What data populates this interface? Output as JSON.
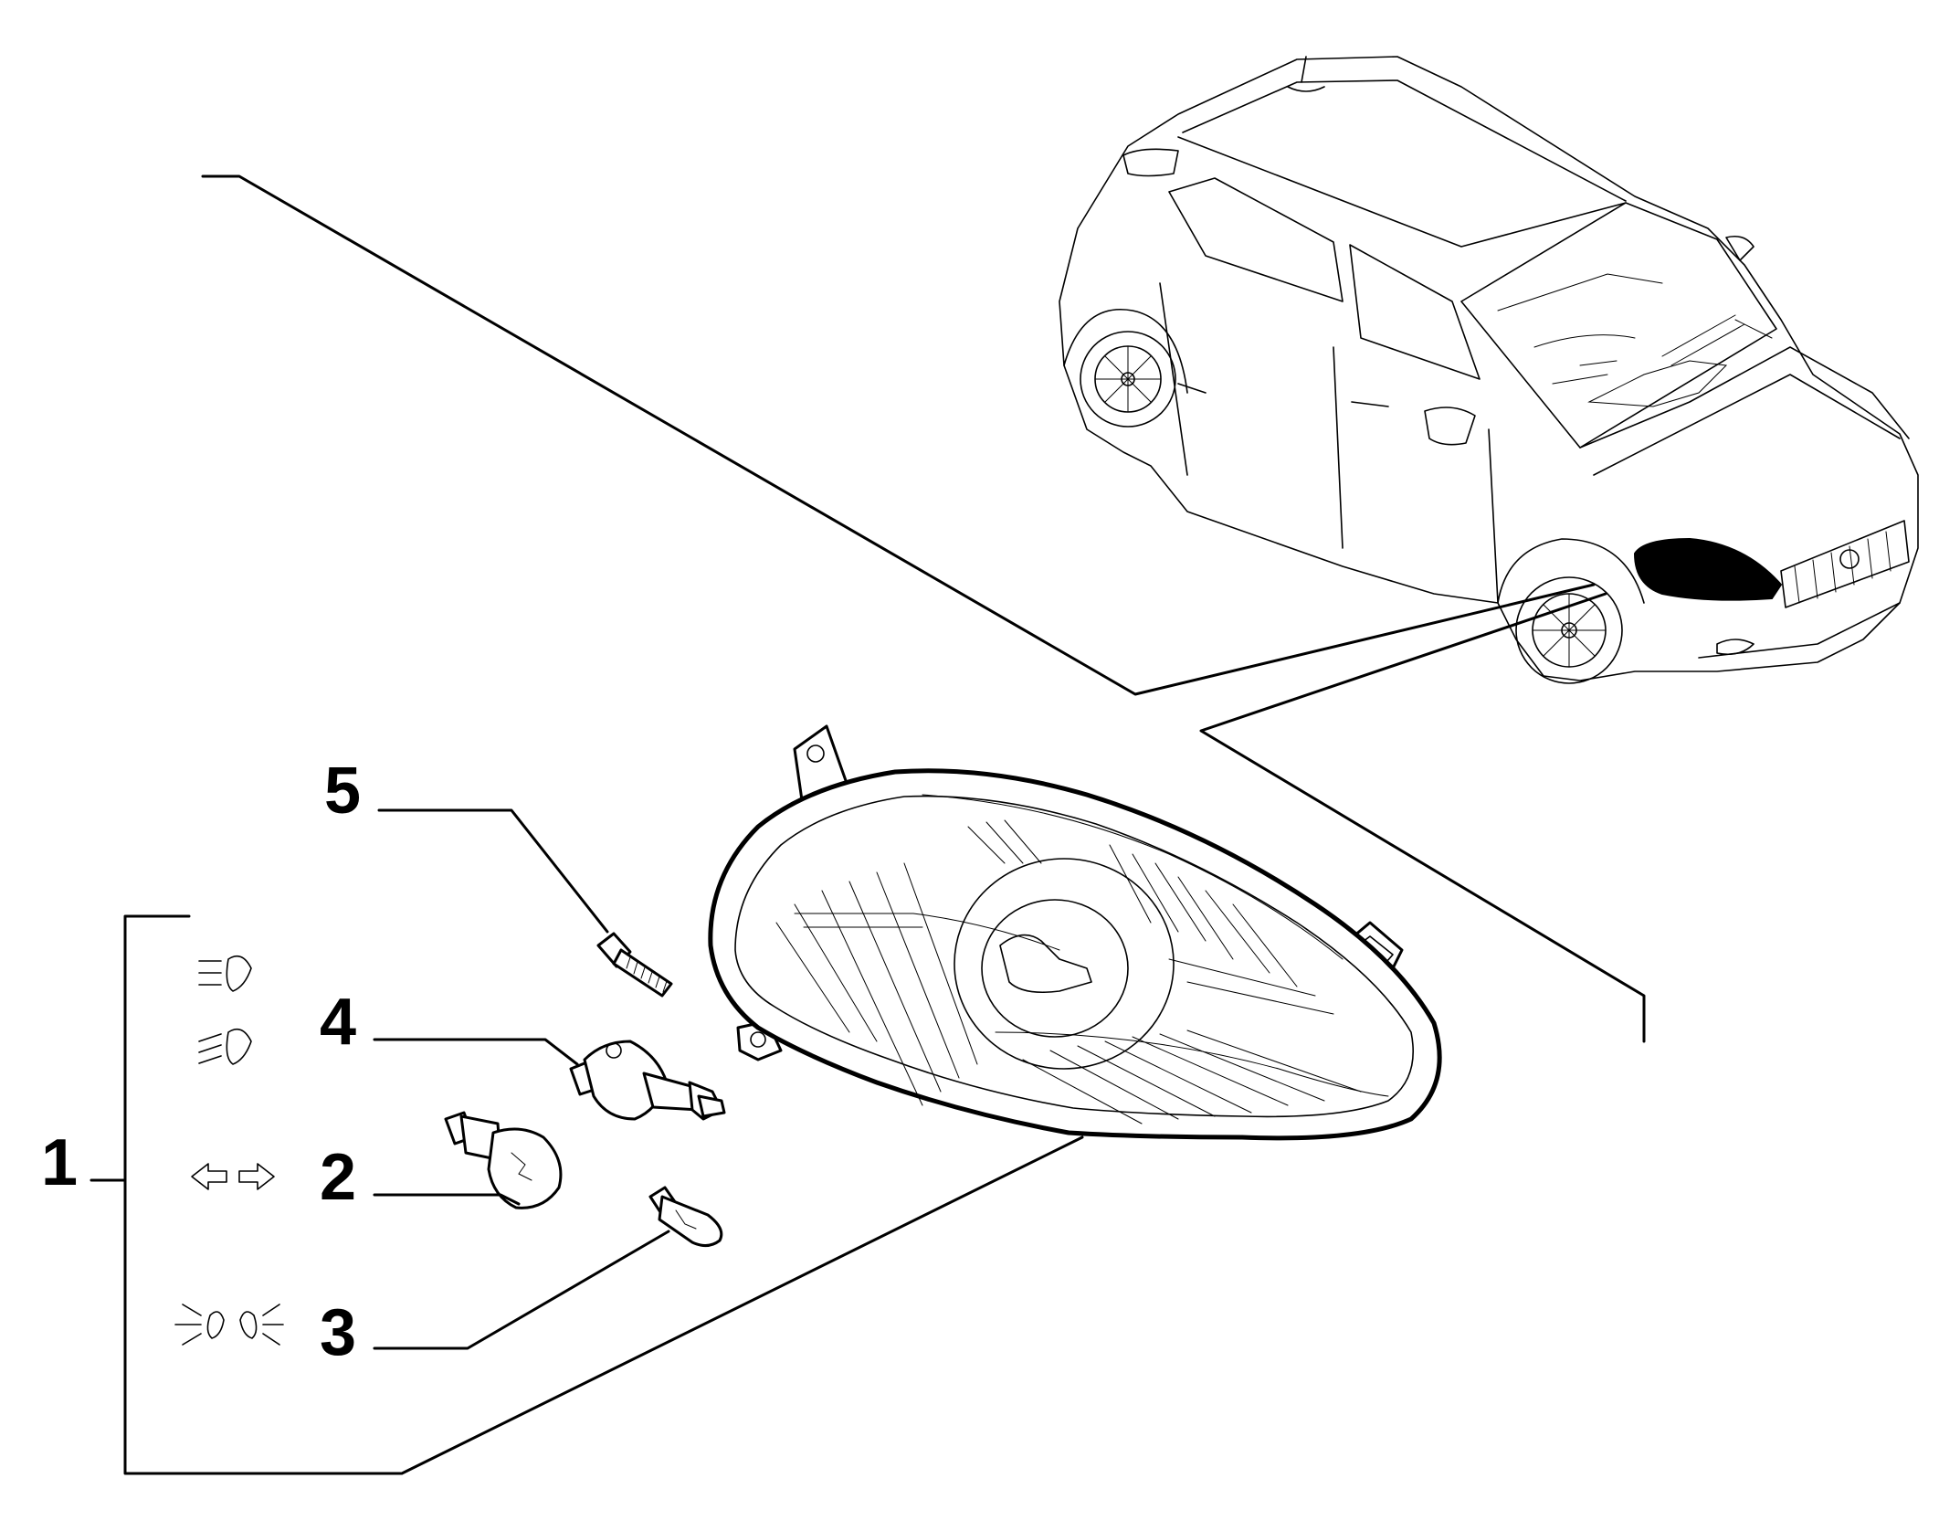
{
  "callouts": [
    {
      "id": "1",
      "label": "1"
    },
    {
      "id": "2",
      "label": "2"
    },
    {
      "id": "3",
      "label": "3"
    },
    {
      "id": "4",
      "label": "4"
    },
    {
      "id": "5",
      "label": "5"
    }
  ],
  "symbols": [
    {
      "name": "high-beam-icon"
    },
    {
      "name": "low-beam-icon"
    },
    {
      "name": "direction-indicator-icon"
    },
    {
      "name": "side-light-icon"
    }
  ]
}
